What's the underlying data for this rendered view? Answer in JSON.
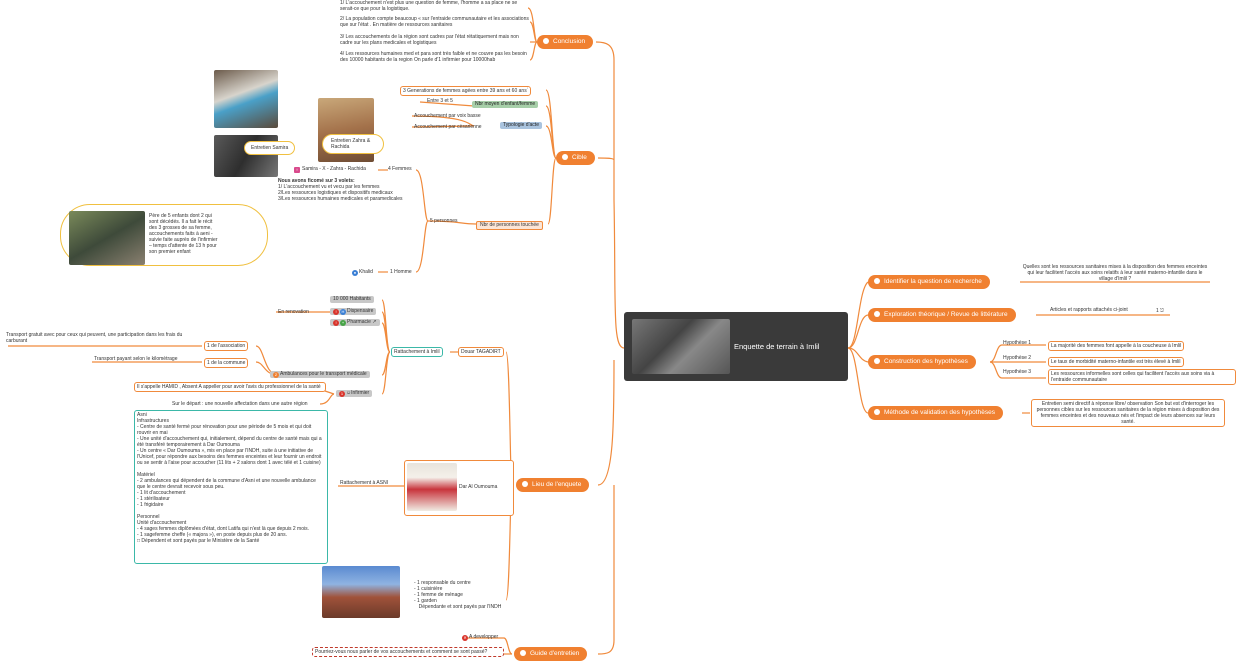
{
  "central": {
    "title": "Enquette de terrain à Imlil"
  },
  "right": {
    "q_topic": "Identifier la question de recherche",
    "q_text": "Quelles sont les ressources sanitaires mises à la disposition des femmes enceintes qui leur facilitent l'accès aux soins relatifs à leur santé materno-infantile dans le village d'Imlil ?",
    "lit_topic": "Exploration théorique / Revue de littérature",
    "lit_text": "Articles et rapports attachés ci-joint",
    "lit_count": "1",
    "hyp_topic": "Construction des hypothèses",
    "hyps": [
      {
        "label": "Hypothèse 1",
        "text": "La majorité des femmes font appelle à la coucheuse à Imlil"
      },
      {
        "label": "Hypothèse 2",
        "text": "Le taux de morbidité materno-infantile est très élevé à Imlil"
      },
      {
        "label": "Hypothèse 3",
        "text": "Les ressources informelles sont celles qui facilitent l'accès aux soins via à l'entraide communautaire"
      }
    ],
    "val_topic": "Méthode de validation des hypothèses",
    "val_text": "Entretien semi directif à réponse libre/ observation Son but est d'interroger les personnes cibles sur les ressources sanitaires de la région mises à disposition des femmes enceintes et des nouveaux nés et l'impact de leurs absences sur leurs santé."
  },
  "conclusion": {
    "topic": "Conclusion",
    "items": [
      "1/ L'accouchement n'est plus une question de femme, l'homme a sa place ne se serait-ce que pour la logistique.",
      "2/ La population compte beaucoup « sur l'entraide communautaire et les associations que sur l'état . En matière de ressources sanitaires",
      "3/ Les accouchements de la région sont cadres par l'état rétatiquement mais non cadre sur les plans medicales et logistiques",
      "4/ Les ressources humaines med et para sont très faible et ne couvre pas les besoin des 10000 habitants de la region On parle d'1 infirmier pour 10000hab"
    ]
  },
  "cible": {
    "topic": "Cible",
    "gen": "3 Generations de femmes agées entre 39 ans et 60 ans`",
    "enfants_val": "Entre 3 et 5",
    "enfants_tag": "Nbr moyen d'enfant/femme",
    "types": [
      "Accouchement par voix basse",
      "Accouchement par cèsarienne"
    ],
    "type_tag": "Typologie d'acte",
    "nbr_tag": "Nbr de personnes touchée",
    "five": "5 personnes",
    "femmes": "4 Femmes",
    "femmes_names": "Samira - X - Zahra - Rachida",
    "note_title": "Nous avons ficomé sur 3 volets:",
    "note_lines": [
      "1/ L'accouchement vu et vecu par les femmes",
      "2/Les ressources logistiques et dispositifs medicaux",
      "3/Les ressources humaines medicales et paramedicales"
    ],
    "bubble1": "Entretien Samira",
    "bubble2": "Entretien Zahra & Rachida",
    "homme": "1 Homme",
    "khalid": "Khalid",
    "khalid_text": "Père de 5 enfants dont 2 qui sont décédés. Il a fait le récit des 3 grosses de sa femme, accouchements faits à aeni - suivie faite auprès de l'infirmier – temps d'attente de 13 h pour son premier enfant"
  },
  "lieu": {
    "topic": "Lieu de l'enquete",
    "douar": "Douar TAGADIRT",
    "ratt_imlil": "Rattachement à Imlil",
    "habitants": "10 000 Habitants",
    "dispensaire": "Dispensaire",
    "pharmacie": "Pharmacie",
    "renovation": "En renovation",
    "assoc": "1 de l'association",
    "assoc_text": "Transport gratuit avec pour ceux qui peuvent, une participation dans les frais du carburant",
    "commune": "1 de la commune",
    "commune_text": "Transport payant selon le kilomètrage",
    "ambulance": "Ambulances pour le transport médicale",
    "infirmier": "Infirmier",
    "infirmier_text": "Il s'appelle HAMID , Absent A appeller pour avoir l'avis du professionnel de la santé",
    "depart": "Sur le départ : une nouvelle affectation dans une autre région",
    "ratt_asni": "Rattachement à ASNI",
    "dar": "Dar Al Oumouma",
    "asni_lines": [
      "Asni",
      "Infrastructures",
      "- Centre de santé fermé pour rénovation pour une période de 5 mois et qui doit rouvrir en mai",
      "- Une unité d'accouchement qui, initialement, dépend du centre de santé mais qui a été transféré temporairement à Dar Oumouma",
      "- Un centre « Dar Oumouma », mis en place par l'INDH, suite à une initiative de l'Unicef, pour répondre aux besoins des femmes enceintes et leur fournir un endroit ou se sentir à l'aise pour accoucher (11 lits + 2 salons dont 1 avec télé et 1 cuisine)",
      "",
      "Matériel",
      "- 2 ambulances qui dépendent de la commune d'Asni et une nouvelle ambulance que le centre devrait recevoir sous peu.",
      "- 1 lit d'accouchement",
      "- 1 stérilisateur",
      "- 1 frigidaire",
      "",
      "Personnel",
      "Unité d'accouchement",
      "- 4 sages femmes diplômées d'état, dont Latifa qui n'est là que depuis 2 mois.",
      "- 1 sagefemme cheffe (« majora »), en poste depuis plus de 20 ans.",
      "□ Dépendent et sont payés par le Ministère de la Santé"
    ],
    "staff_lines": [
      "- 1 responsable du centre",
      "- 1 cuisinière",
      "- 1 femme de ménage",
      "- 1 garden",
      "Dépendante et sont payés par l'INDH"
    ]
  },
  "guide": {
    "topic": "Guide d'entretien",
    "dev": "A developper",
    "question": "Pourriez-vous nous parler de vos accouchements et comment se sont passé?"
  },
  "colors": {
    "accent": "#f08030",
    "teal": "#3bb8a8",
    "central": "#3a3a3a"
  }
}
